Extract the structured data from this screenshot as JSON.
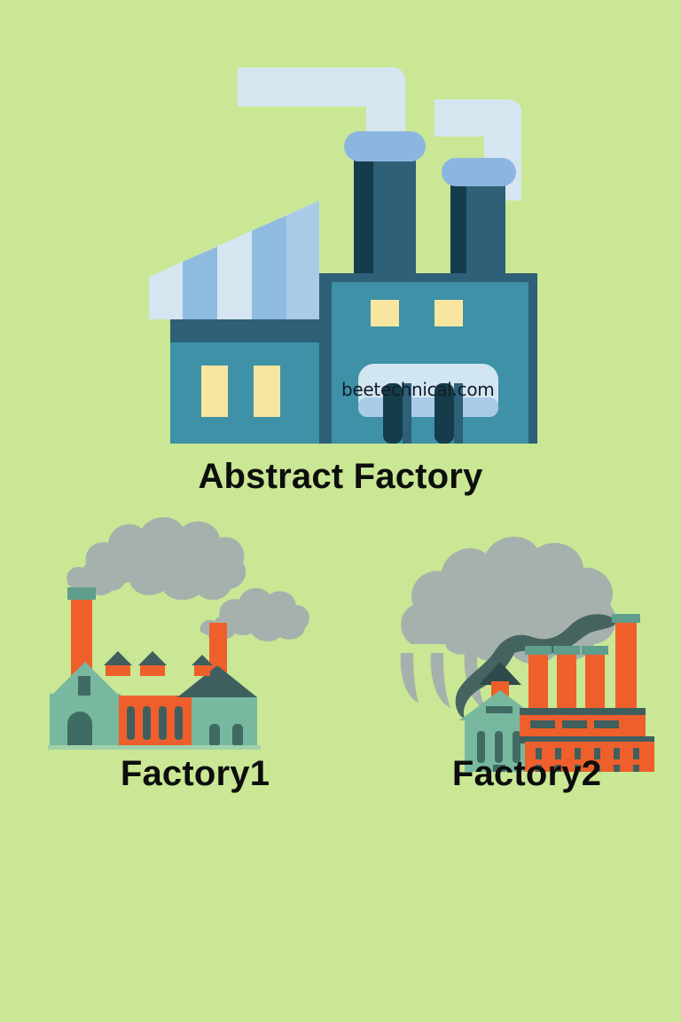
{
  "background_color": "#c9e794",
  "diagram": {
    "title_node": {
      "label": "Abstract Factory",
      "icon": "factory-building-icon"
    },
    "children": [
      {
        "label": "Factory1",
        "icon": "small-factory-icon"
      },
      {
        "label": "Factory2",
        "icon": "brick-factory-icon"
      }
    ]
  },
  "watermark": {
    "text": "beetechnical.com"
  },
  "palette": {
    "background": "#c9e794",
    "text": "#0d0d0d",
    "watermark_text": "#151b28",
    "teal_building": "#3e91a7",
    "teal_dark": "#2e6077",
    "navy_dark": "#153c4b",
    "roof_light": "#d6e6f0",
    "roof_mid": "#8fbbe0",
    "chimney_cap": "#8cb6e0",
    "smoke_light": "#d6e6f0",
    "window_yellow": "#f8e6a0",
    "door_light": "#d2e6f2",
    "orange": "#ef5f2b",
    "green_teal": "#78b89f",
    "green_dark": "#3f6b63",
    "slate": "#3f5f5f",
    "smoke_gray": "#a6b1ad",
    "smoke_gray_dark": "#45645f"
  }
}
